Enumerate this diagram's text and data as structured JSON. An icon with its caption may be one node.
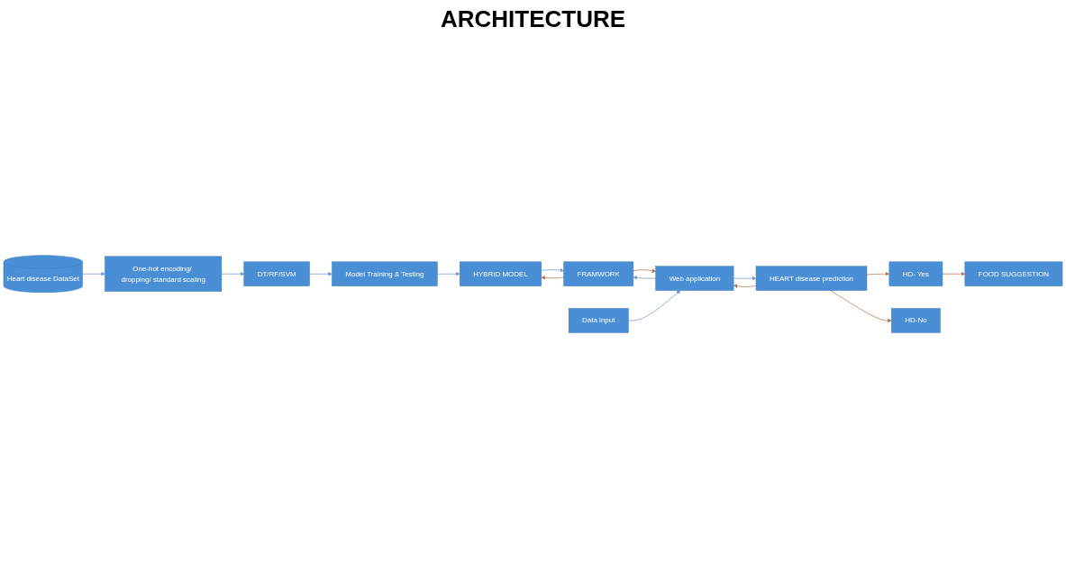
{
  "diagram": {
    "title": "ARCHITECTURE",
    "nodes": [
      {
        "text": [
          "Heart disease DataSet"
        ]
      },
      {
        "text": [
          "One-hot encoding/ dropping/ standard scaling"
        ]
      },
      {
        "text": [
          "DT/RF/SVM"
        ]
      },
      {
        "text": [
          "Model Training & Testing"
        ]
      },
      {
        "text": [
          "HYBRID MODEL"
        ]
      },
      {
        "text": [
          "FRAMWORK"
        ]
      },
      {
        "text": [
          "Web application"
        ]
      },
      {
        "text": [
          "Data input"
        ]
      },
      {
        "text": [
          "HEART disease prediction"
        ]
      },
      {
        "text": [
          "FOOD SUGGESTION"
        ]
      },
      {
        "text": [
          "HD- Yes"
        ]
      },
      {
        "text": [
          "HD-No"
        ]
      }
    ],
    "edges": [
      {
        "from": 0,
        "to": 1,
        "arrow": "to"
      },
      {
        "from": 1,
        "to": 2,
        "arrow": "to"
      },
      {
        "from": 2,
        "to": 3,
        "arrow": "to"
      },
      {
        "from": 3,
        "to": 4,
        "arrow": "to"
      },
      {
        "from": 5,
        "to": 4,
        "arrow": "to",
        "color": "#b5724a"
      },
      {
        "from": 4,
        "to": 5,
        "arrow": "to"
      },
      {
        "from": 6,
        "to": 5,
        "arrow": "to"
      },
      {
        "from": 5,
        "to": 6,
        "arrow": "to",
        "color": "#b5724a"
      },
      {
        "from": 7,
        "to": 6,
        "arrow": "to"
      },
      {
        "from": 6,
        "to": 8,
        "arrow": "to"
      },
      {
        "from": 8,
        "to": 6,
        "arrow": "to",
        "color": "#b5724a"
      },
      {
        "from": 8,
        "to": 10,
        "arrow": "to",
        "color": "#b5724a"
      },
      {
        "from": 8,
        "to": 11,
        "arrow": "to",
        "color": "#b5724a"
      },
      {
        "from": 10,
        "to": 9,
        "arrow": "to",
        "color": "#b5724a"
      }
    ]
  }
}
